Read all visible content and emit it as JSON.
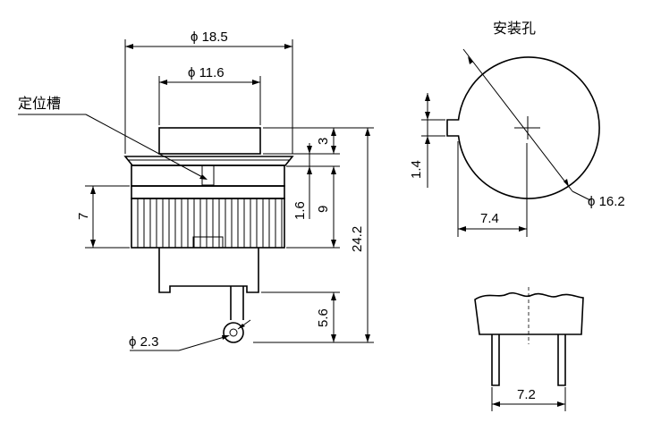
{
  "labels": {
    "mounting_hole": "安装孔",
    "positioning_slot": "定位槽"
  },
  "dimensions": {
    "overall_diameter": "ϕ 18.5",
    "button_diameter": "ϕ 11.6",
    "pin_hole_diameter": "ϕ 2.3",
    "button_height": "3",
    "slot_height": "1.6",
    "body_height_left": "7",
    "body_height_right": "9",
    "total_height": "24.2",
    "terminal_length": "5.6",
    "hole_diameter": "ϕ 16.2",
    "key_offset": "7.4",
    "key_width": "1.4",
    "pin_spacing": "7.2"
  }
}
